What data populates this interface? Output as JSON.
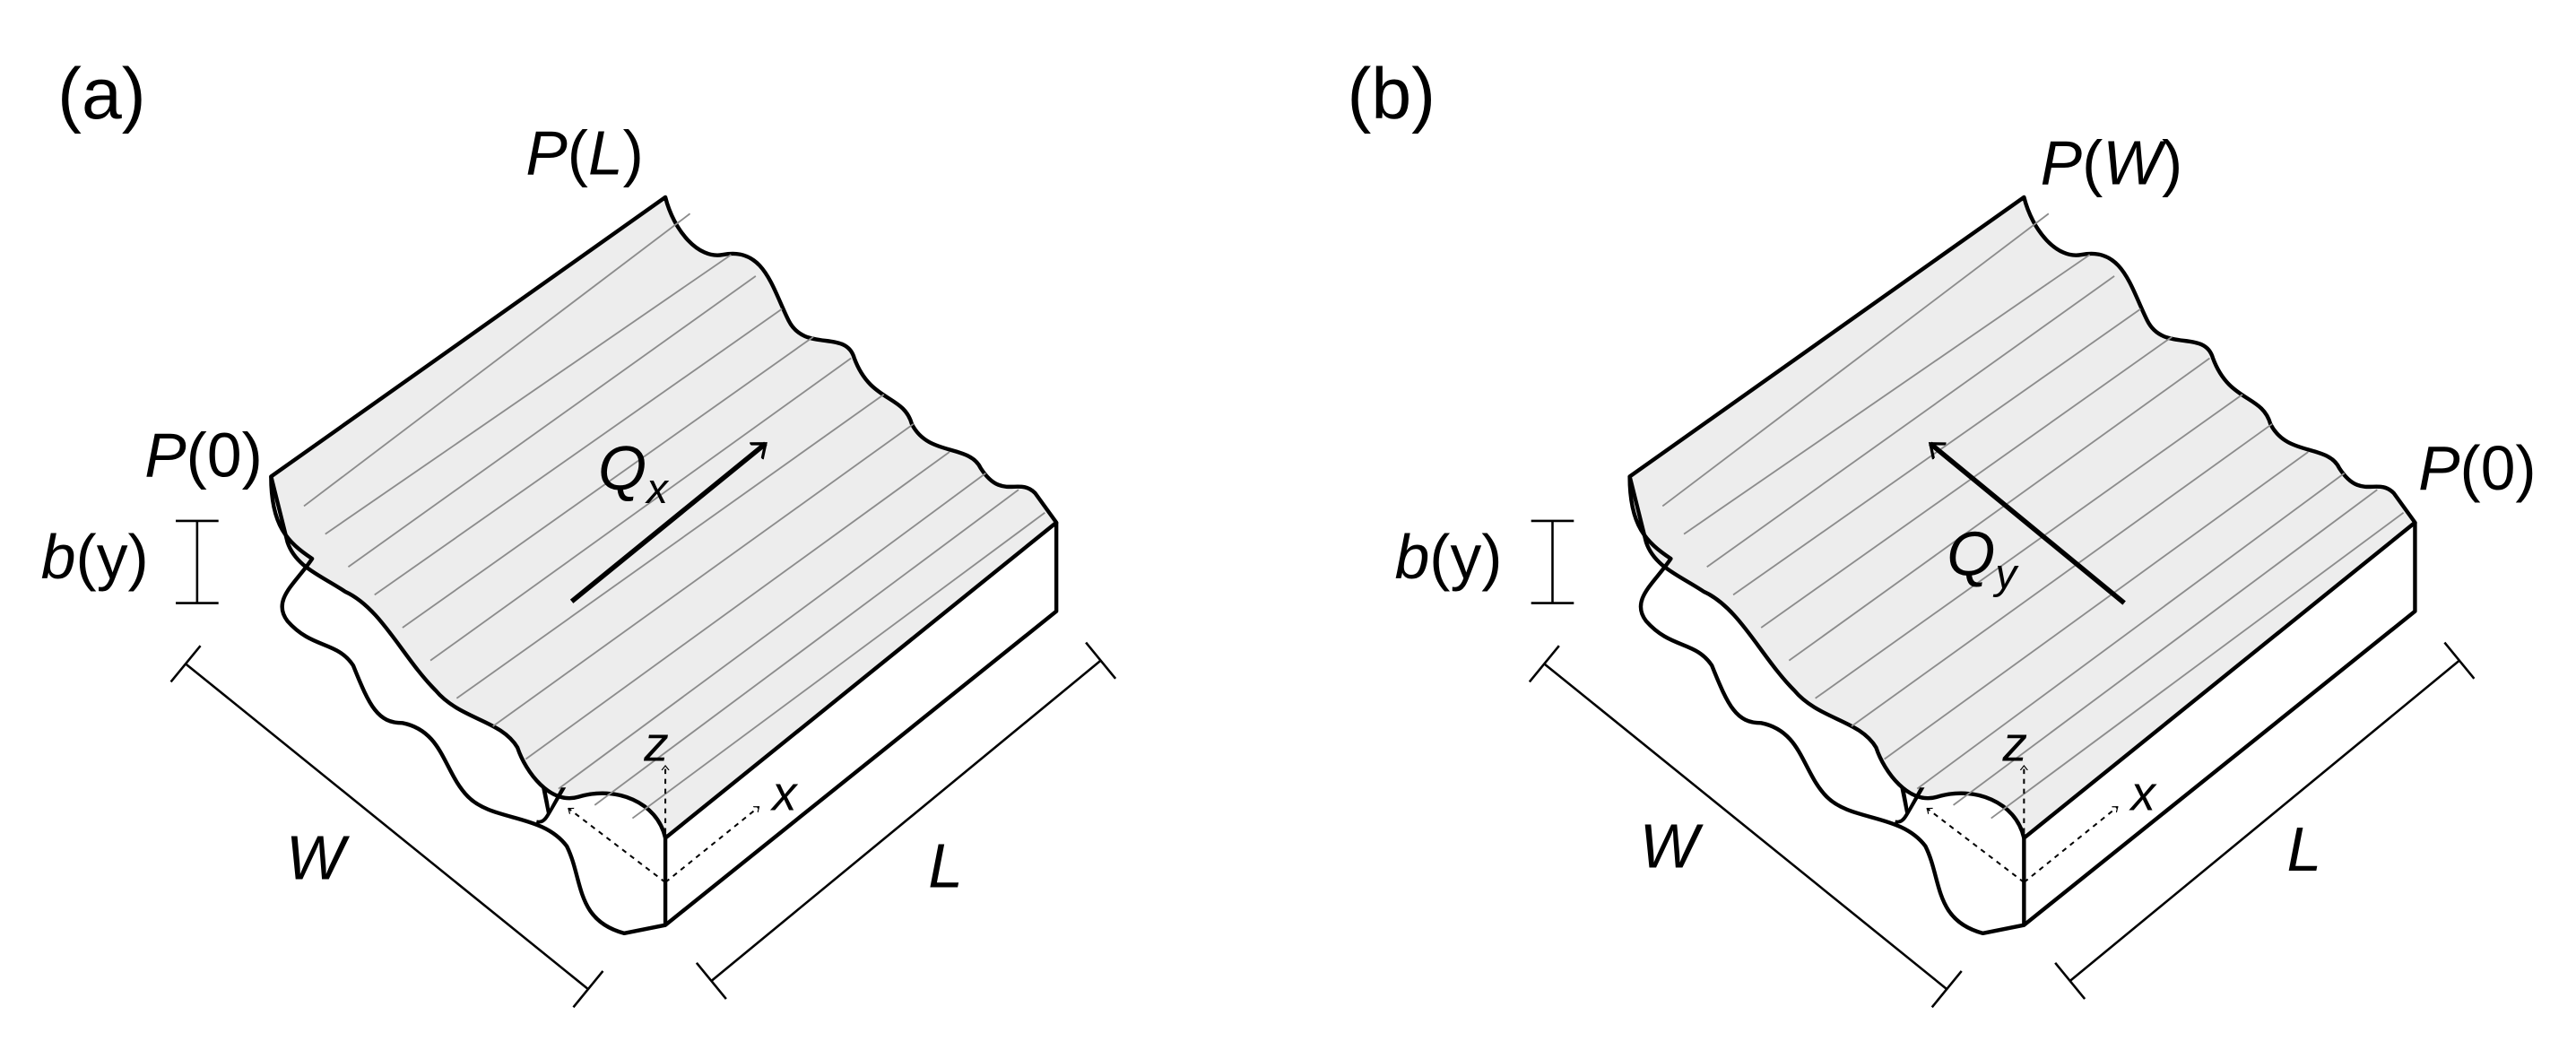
{
  "panels": [
    {
      "tag": "(a)",
      "pressure_far": "P(L)",
      "pressure_near": "P(0)",
      "aperture": {
        "sym": "b",
        "arg": "(y)"
      },
      "flow": {
        "sym": "Q",
        "sub": "x"
      },
      "width": "W",
      "length": "L",
      "axes": {
        "x": "x",
        "y": "y",
        "z": "z"
      }
    },
    {
      "tag": "(b)",
      "pressure_far": "P(W)",
      "pressure_near": "P(0)",
      "aperture": {
        "sym": "b",
        "arg": "(y)"
      },
      "flow": {
        "sym": "Q",
        "sub": "y"
      },
      "width": "W",
      "length": "L",
      "axes": {
        "x": "x",
        "y": "y",
        "z": "z"
      }
    }
  ]
}
